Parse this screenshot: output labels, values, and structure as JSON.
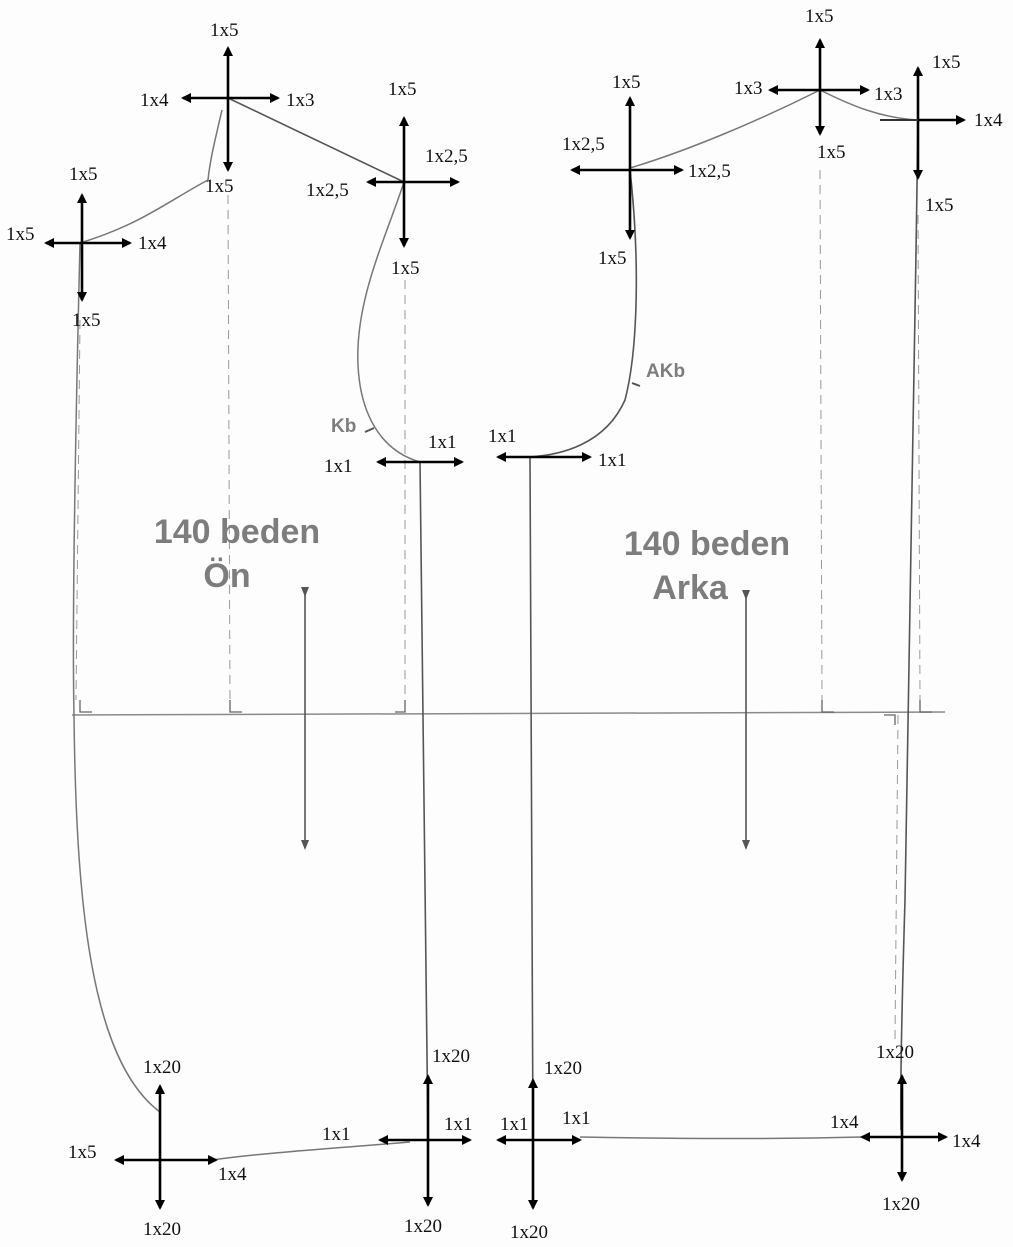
{
  "front_panel": {
    "title_line1": "140 beden",
    "title_line2": "Ön",
    "armhole_mark": "Kb",
    "points": [
      {
        "name": "front-neck-point",
        "up": "1x5",
        "left": "1x4",
        "right": "1x3",
        "down": "1x5"
      },
      {
        "name": "front-center-neck-point",
        "up": "1x5",
        "left": "1x5",
        "right": "1x4",
        "down": "1x5"
      },
      {
        "name": "front-shoulder-point",
        "up": "1x5",
        "left": "1x2,5",
        "right": "1x2,5",
        "down": "1x5"
      },
      {
        "name": "front-underarm-point",
        "left": "1x1",
        "right": "1x1"
      },
      {
        "name": "front-hem-center-point",
        "up": "1x20",
        "left": "1x5",
        "right": "1x4",
        "down": "1x20"
      },
      {
        "name": "front-hem-side-point",
        "up": "1x20",
        "left": "1x1",
        "right": "1x1",
        "down": "1x20"
      }
    ]
  },
  "back_panel": {
    "title_line1": "140 beden",
    "title_line2": "Arka",
    "armhole_mark": "AKb",
    "points": [
      {
        "name": "back-shoulder-point",
        "up": "1x5",
        "left": "1x2,5",
        "right": "1x2,5",
        "down": "1x5"
      },
      {
        "name": "back-neck-point",
        "up": "1x5",
        "left": "1x3",
        "right": "1x3",
        "down": "1x5"
      },
      {
        "name": "back-center-neck-point",
        "up": "1x5",
        "right": "1x4",
        "down": "1x5"
      },
      {
        "name": "back-underarm-point",
        "left": "1x1",
        "right": "1x1"
      },
      {
        "name": "back-hem-side-point",
        "up": "1x20",
        "left": "1x1",
        "right": "1x1",
        "down": "1x20"
      },
      {
        "name": "back-hem-center-point",
        "up": "1x20",
        "left": "1x4",
        "right": "1x4",
        "down": "1x20"
      }
    ]
  }
}
